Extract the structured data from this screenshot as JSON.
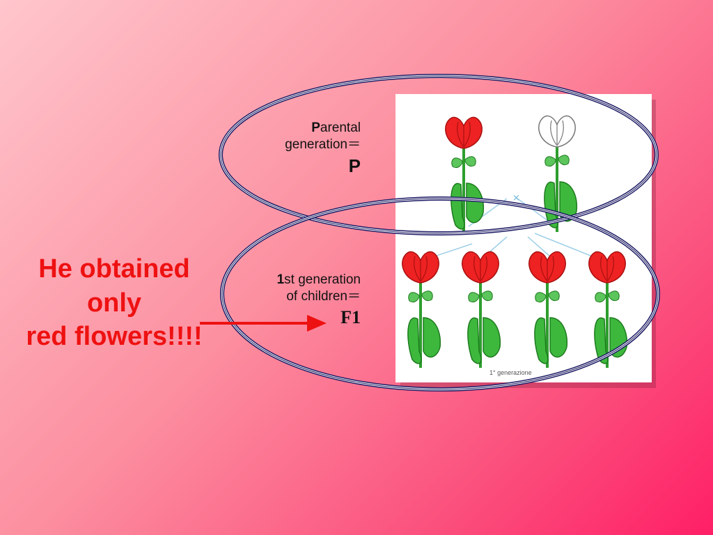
{
  "parental_label": {
    "initial": "P",
    "rest_line1": "arental",
    "line2": "generation＝",
    "symbol": "P"
  },
  "f1_label": {
    "initial": "1",
    "rest_line1": "st generation",
    "line2": "of  children＝",
    "symbol": "F1"
  },
  "message": {
    "line1": "He obtained",
    "line2": "only",
    "line3": "red flowers!!!!"
  },
  "image_caption": "1° generazione",
  "colors": {
    "message": "#ee1111",
    "oval_outer": "#1c1a63",
    "arrow": "#ee1111",
    "flower_red": "#ee2222",
    "leaf_green": "#3db83d"
  }
}
